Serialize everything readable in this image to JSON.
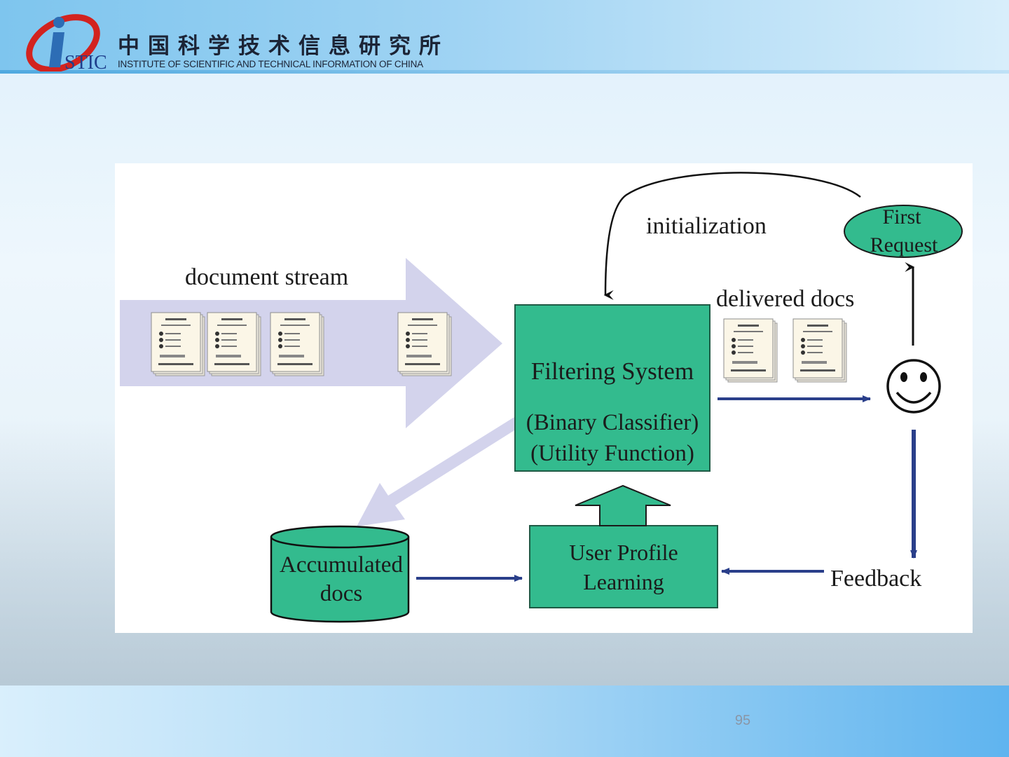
{
  "header": {
    "logo_text": "STIC",
    "org_name_cn": "中国科学技术信息研究所",
    "org_name_en": "INSTITUTE OF SCIENTIFIC AND TECHNICAL INFORMATION OF CHINA"
  },
  "diagram": {
    "stream_label": "document stream",
    "initialization_label": "initialization",
    "first_request_line1": "First",
    "first_request_line2": "Request",
    "delivered_label": "delivered docs",
    "filter_title": "Filtering System",
    "filter_line2": "(Binary Classifier)",
    "filter_line3": "(Utility Function)",
    "accumulated_line1": "Accumulated",
    "accumulated_line2": "docs",
    "profile_line1": "User Profile",
    "profile_line2": "Learning",
    "feedback_label": "Feedback",
    "colors": {
      "box_fill": "#33bb8e",
      "stream_arrow": "#d3d3ec",
      "flow_arrow": "#2a3f8a"
    }
  },
  "footer": {
    "page_number": "95"
  }
}
